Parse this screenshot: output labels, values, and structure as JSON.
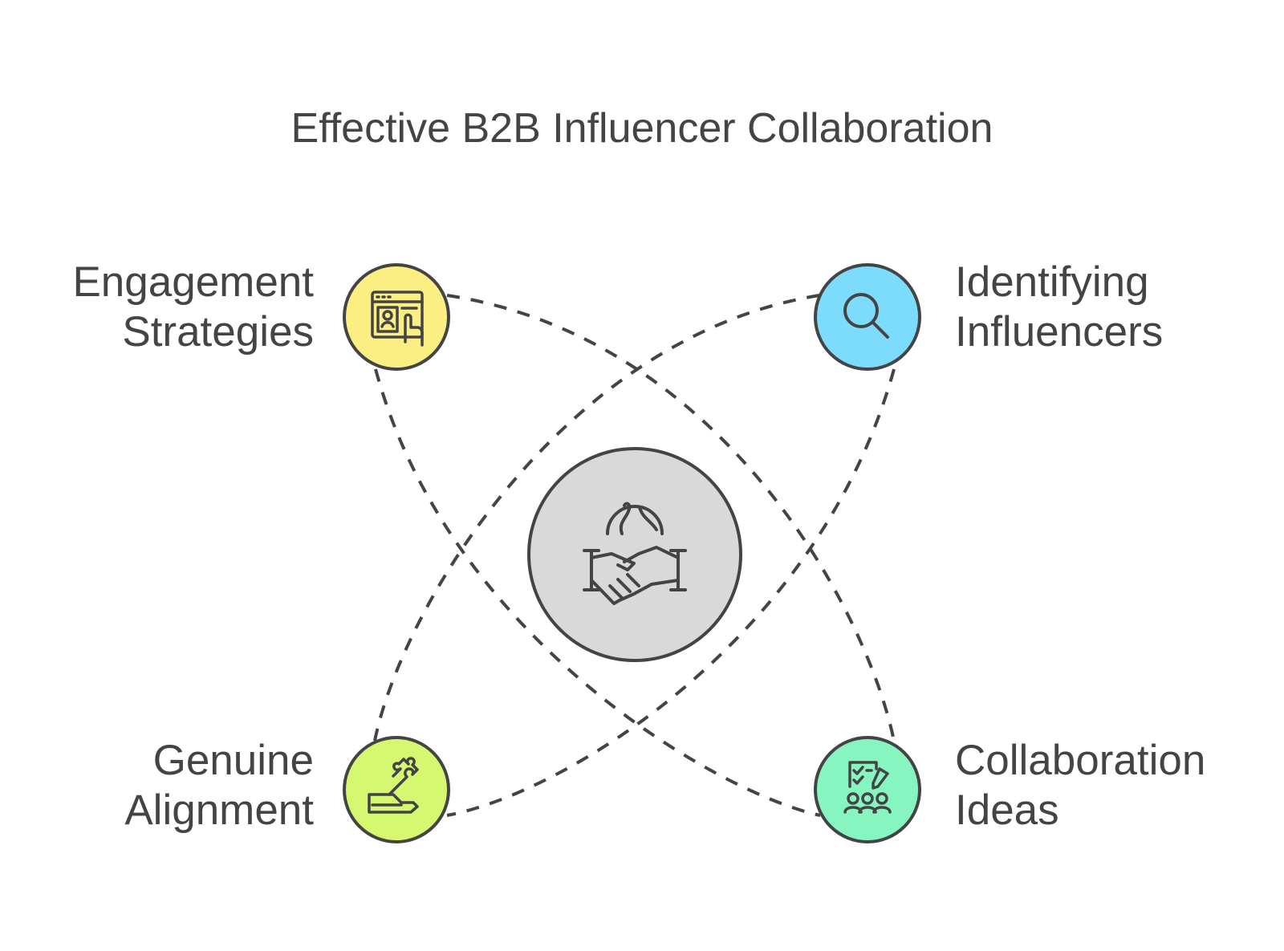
{
  "title": "Effective B2B Influencer Collaboration",
  "center": {
    "icon": "globe-handshake-icon",
    "fill": "#d9d9d9"
  },
  "nodes": [
    {
      "id": "engagement",
      "lines": [
        "Engagement",
        "Strategies"
      ],
      "icon": "web-page-click-icon",
      "fill": "#fbef83"
    },
    {
      "id": "identifying",
      "lines": [
        "Identifying",
        "Influencers"
      ],
      "icon": "magnifier-icon",
      "fill": "#7ddcfb"
    },
    {
      "id": "alignment",
      "lines": [
        "Genuine",
        "Alignment"
      ],
      "icon": "hand-puzzle-icon",
      "fill": "#d6f870"
    },
    {
      "id": "ideas",
      "lines": [
        "Collaboration",
        "Ideas"
      ],
      "icon": "team-checklist-icon",
      "fill": "#86f5c0"
    }
  ],
  "colors": {
    "stroke": "#444444",
    "text": "#444444",
    "background": "#ffffff"
  }
}
